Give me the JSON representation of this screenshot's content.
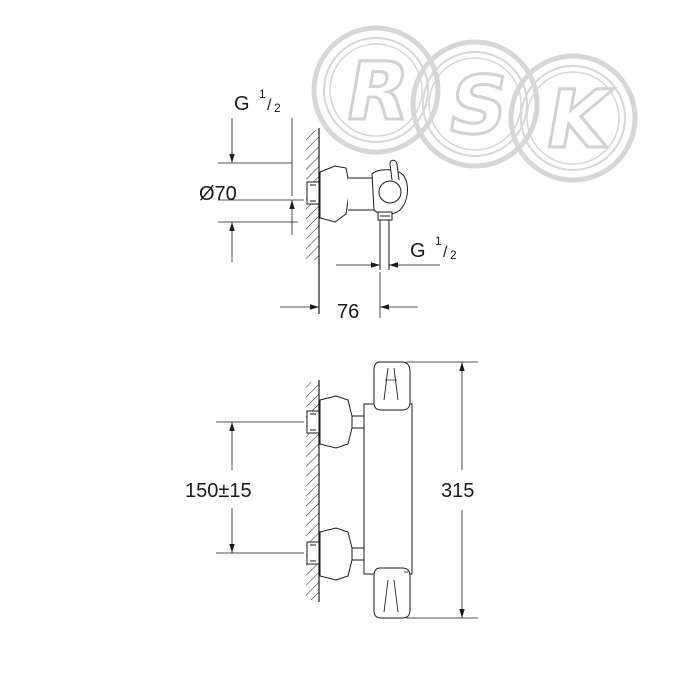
{
  "watermark": {
    "letters": [
      "R",
      "S",
      "K"
    ],
    "color": "#c8c8c8"
  },
  "side_view": {
    "inlet_thread": {
      "prefix": "G",
      "num": "1",
      "den": "2"
    },
    "diameter_label": "Ø70",
    "outlet_thread": {
      "prefix": "G",
      "num": "1",
      "den": "2"
    },
    "projection_label": "76"
  },
  "front_view": {
    "centres_label": "150±15",
    "height_label": "315"
  },
  "colors": {
    "line": "#1a1a1a",
    "watermark": "#c8c8c8"
  }
}
